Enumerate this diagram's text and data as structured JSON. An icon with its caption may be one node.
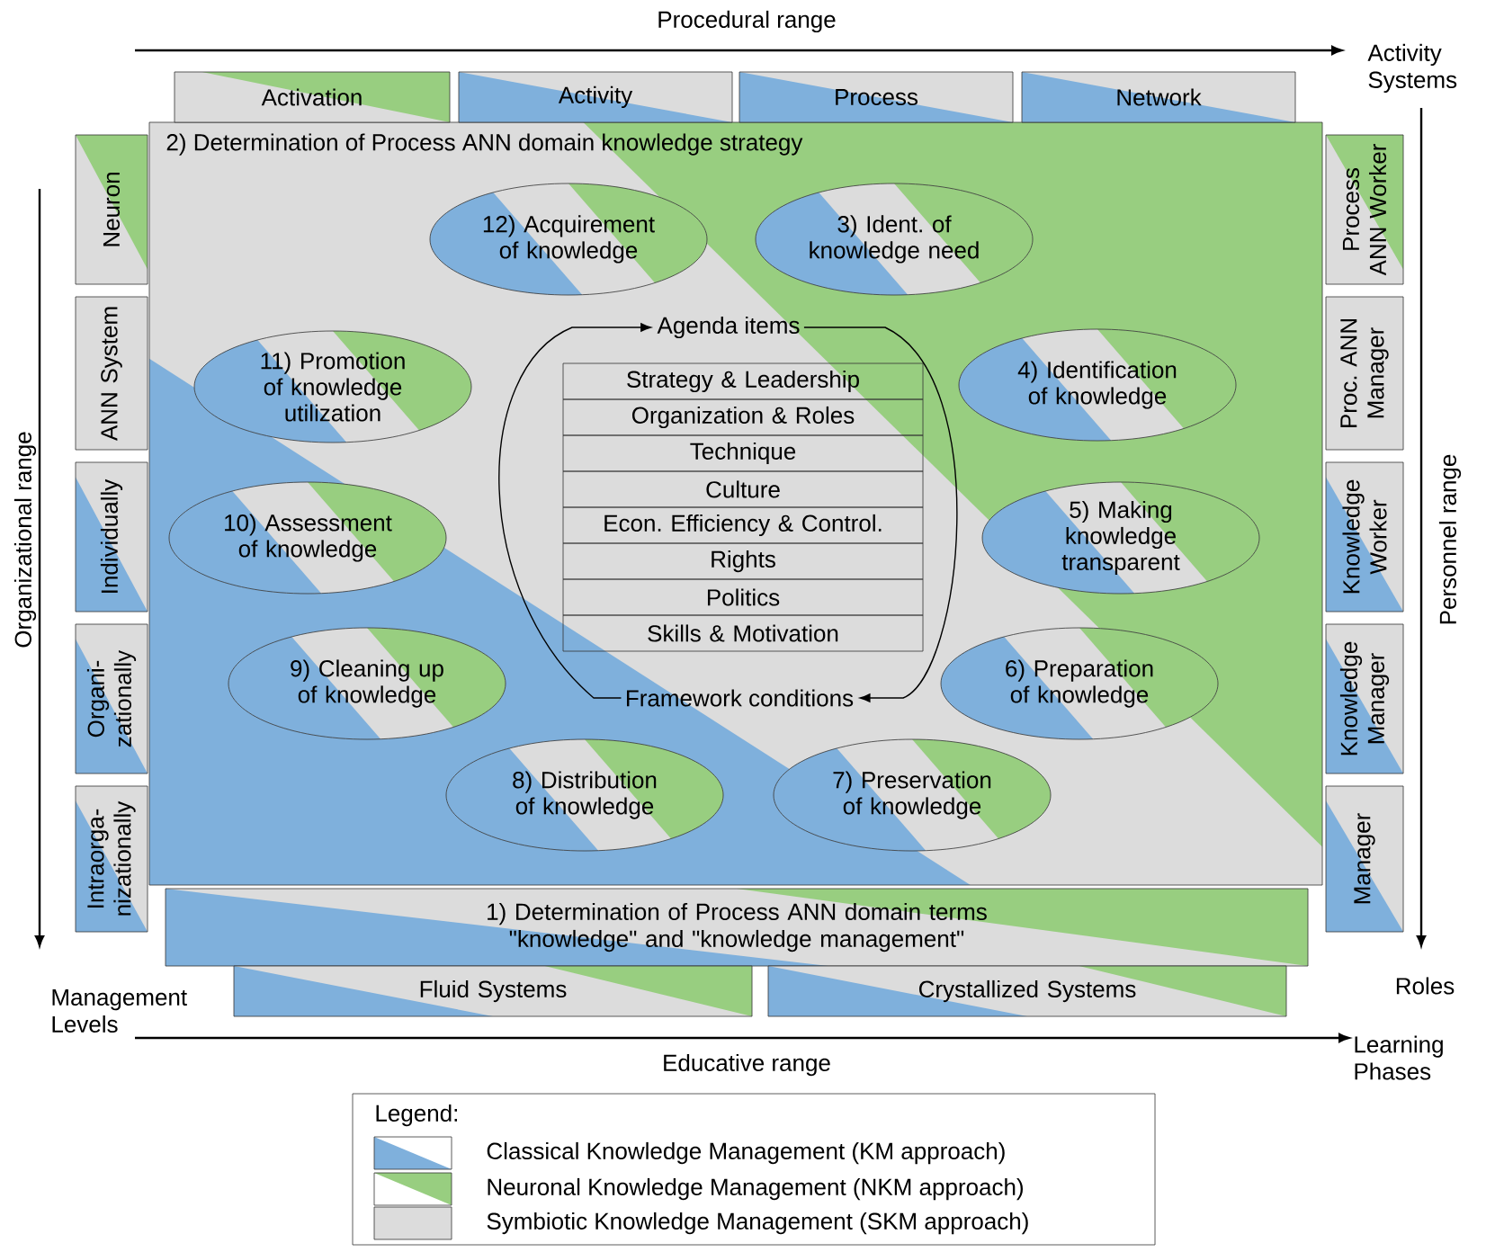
{
  "diagram": {
    "nodes": [
      {
        "text": [
          "Activation"
        ]
      },
      {
        "text": [
          "Activity"
        ]
      },
      {
        "text": [
          "Process"
        ]
      },
      {
        "text": [
          "Network"
        ]
      },
      {
        "text": [
          "Neuron"
        ]
      },
      {
        "text": [
          "ANN System"
        ]
      },
      {
        "text": [
          "Individually"
        ]
      },
      {
        "text": [
          "Organi- zationally"
        ]
      },
      {
        "text": [
          "Intraorga- nizationally"
        ]
      },
      {
        "text": [
          "Process ANN Worker"
        ]
      },
      {
        "text": [
          "Proc. ANN Manager"
        ]
      },
      {
        "text": [
          "Knowledge Worker"
        ]
      },
      {
        "text": [
          "Knowledge Manager"
        ]
      },
      {
        "text": [
          "Manager"
        ]
      },
      {
        "text": [
          "2) Determination of Process ANN domain knowledge strategy"
        ]
      },
      {
        "text": [
          "12) Acquirement of knowledge"
        ],
        "in": 14
      },
      {
        "text": [
          "3) Ident. of knowledge need"
        ],
        "in": 14
      },
      {
        "text": [
          "Agenda items"
        ],
        "in": 14
      },
      {
        "text": [
          "11) Promotion of knowledge utilization"
        ],
        "in": 14
      },
      {
        "text": [
          "Strategy & Leadership"
        ],
        "in": 14
      },
      {
        "text": [
          "Organization & Roles"
        ],
        "in": 14
      },
      {
        "text": [
          "Technique"
        ],
        "in": 14
      },
      {
        "text": [
          "Culture"
        ],
        "in": 14
      },
      {
        "text": [
          "Econ. Efficiency & Control."
        ],
        "in": 14
      },
      {
        "text": [
          "Rights"
        ],
        "in": 14
      },
      {
        "text": [
          "Politics"
        ],
        "in": 14
      },
      {
        "text": [
          "Skills & Motivation"
        ],
        "in": 14
      },
      {
        "text": [
          "4) Identification of knowledge"
        ],
        "in": 14
      },
      {
        "text": [
          "10) Assessment of knowledge"
        ],
        "in": 14
      },
      {
        "text": [
          "5) Making knowledge transparent"
        ],
        "in": 14
      },
      {
        "text": [
          "9) Cleaning up of knowledge"
        ],
        "in": 14
      },
      {
        "text": [
          "6) Preparation of knowledge"
        ],
        "in": 14
      },
      {
        "text": [
          "Framework conditions"
        ],
        "in": 14
      },
      {
        "text": [
          "8) Distribution of knowledge"
        ],
        "in": 14
      },
      {
        "text": [
          "7) Preservation of knowledge"
        ],
        "in": 14
      },
      {
        "text": [
          "1) Determination of Process ANN domain terms \"knowledge\" and \"knowledge management\""
        ]
      },
      {
        "text": [
          "Fluid Systems"
        ]
      },
      {
        "text": [
          "Crystallized Systems"
        ]
      }
    ],
    "edges": [
      {
        "from": 32,
        "to": 17,
        "arrow": "to"
      },
      {
        "from": 17,
        "to": 32,
        "arrow": "to"
      }
    ],
    "labels": [
      "Procedural range",
      "Activity Systems",
      "Organizational range",
      "Personnel range",
      "Management Levels",
      "Roles",
      "Educative range",
      "Learning Phases",
      "Legend:"
    ],
    "legend": [
      {
        "text": "Classical Knowledge Management (KM approach)"
      },
      {
        "text": "Neuronal Knowledge Management (NKM approach)"
      },
      {
        "text": "Symbiotic Knowledge Management (SKM approach)",
        "color": "#dcdcdc"
      }
    ]
  }
}
